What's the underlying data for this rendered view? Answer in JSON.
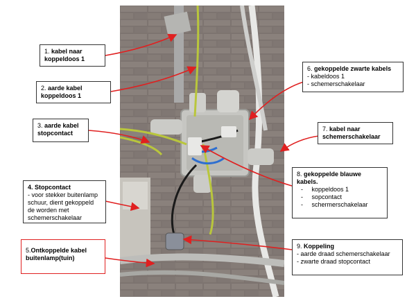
{
  "colors": {
    "arrow": "#e02020",
    "box_border": "#333333",
    "box_border_red": "#e02020"
  },
  "callouts": {
    "c1": {
      "num": "1.",
      "title_a": "kabel naar",
      "title_b": "koppeldoos 1"
    },
    "c2": {
      "num": "2.",
      "title_a": "aarde kabel",
      "title_b": "koppeldoos 1"
    },
    "c3": {
      "num": "3.",
      "title_a": "aarde kabel",
      "title_b": "stopcontact"
    },
    "c4": {
      "num": "4.",
      "title": "Stopcontact",
      "lines": [
        "- voor stekker buitenlamp",
        "schuur, dient gekoppeld",
        "de worden met",
        "schemerschakelaar"
      ]
    },
    "c5": {
      "num": "5.",
      "title_a": "Ontkoppelde kabel",
      "title_b": "buitenlamp(tuin)"
    },
    "c6": {
      "num": "6.",
      "title": "gekoppelde zwarte kabels",
      "lines": [
        "- kabeldoos 1",
        "- schemerschakelaar"
      ]
    },
    "c7": {
      "num": "7.",
      "title_a": "kabel naar",
      "title_b": "schemerschakelaar"
    },
    "c8": {
      "num": "8.",
      "title_a": "gekoppelde blauwe",
      "title_b": "kabels.",
      "lines": [
        "koppeldoos 1",
        "sopcontact",
        "schermerschakelaar"
      ]
    },
    "c9": {
      "num": "9.",
      "title": "Koppeling",
      "lines": [
        "- aarde draad schemerschakelaar",
        "- zwarte draad stopcontact"
      ]
    }
  }
}
